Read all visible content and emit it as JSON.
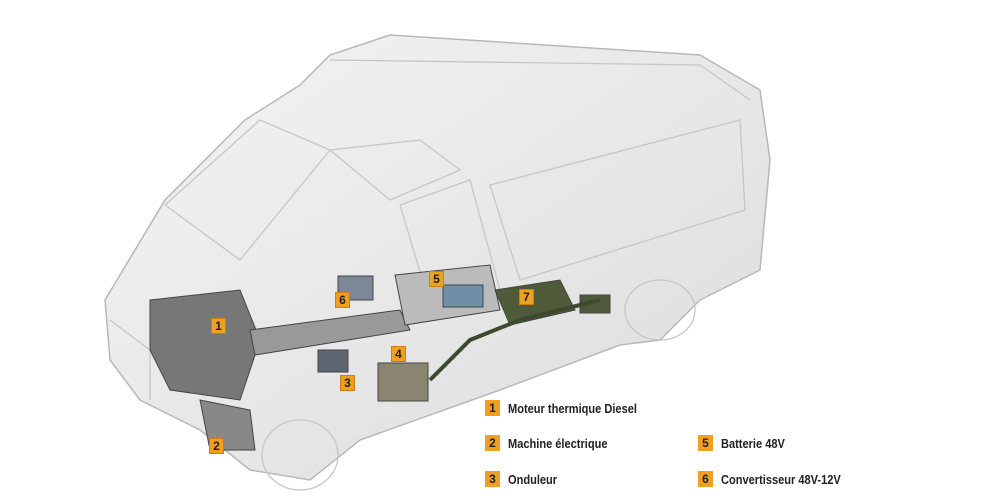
{
  "markers": [
    "1",
    "2",
    "3",
    "4",
    "5",
    "6",
    "7"
  ],
  "legend": [
    {
      "num": "1",
      "label": "Moteur thermique Diesel"
    },
    {
      "num": "2",
      "label": "Machine électrique"
    },
    {
      "num": "3",
      "label": "Onduleur"
    },
    {
      "num": "5",
      "label": "Batterie 48V"
    },
    {
      "num": "6",
      "label": "Convertisseur 48V-12V"
    }
  ],
  "colors": {
    "marker": "#f0a020",
    "outline": "#b8b8b8",
    "component": "#6a6a6a",
    "battery": "#4f5a3a"
  }
}
